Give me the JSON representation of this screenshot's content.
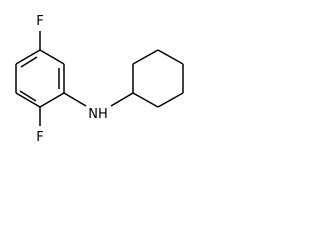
{
  "molecule": {
    "atom_labels": {
      "fluorine_top": "F",
      "fluorine_bottom": "F",
      "amine": "NH"
    }
  }
}
